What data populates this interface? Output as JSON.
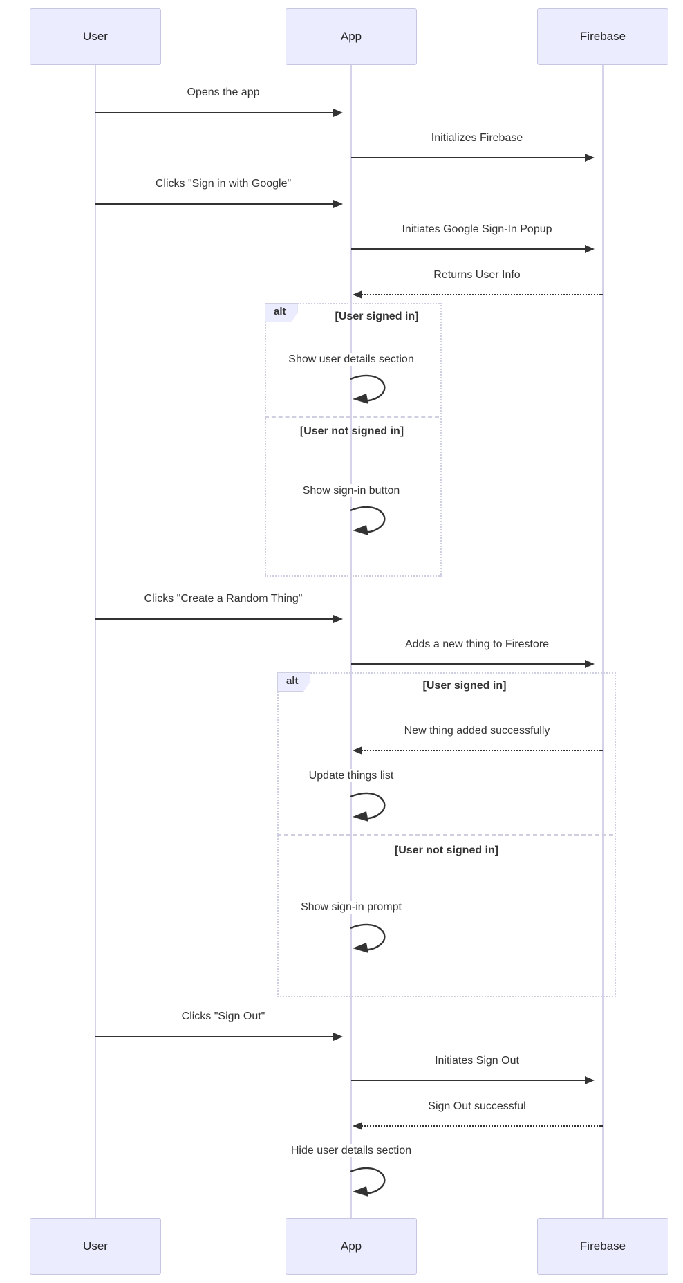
{
  "diagram_type": "sequence-diagram",
  "colors": {
    "actor_fill": "#ECECFF",
    "actor_border": "#c6c6e2",
    "lifeline": "#d6d2ea",
    "line": "#333333",
    "text": "#333333",
    "frame_border": "#cfcfe2",
    "alt_label_fill": "#ECECFF"
  },
  "participants": [
    {
      "name": "User"
    },
    {
      "name": "App"
    },
    {
      "name": "Firebase"
    }
  ],
  "messages": [
    {
      "text": "Opens the app",
      "from": "User",
      "to": "App",
      "line": "solid"
    },
    {
      "text": "Initializes Firebase",
      "from": "App",
      "to": "Firebase",
      "line": "solid"
    },
    {
      "text": "Clicks \"Sign in with Google\"",
      "from": "User",
      "to": "App",
      "line": "solid"
    },
    {
      "text": "Initiates Google Sign-In Popup",
      "from": "App",
      "to": "Firebase",
      "line": "solid"
    },
    {
      "text": "Returns User Info",
      "from": "Firebase",
      "to": "App",
      "line": "dashed"
    },
    {
      "text": "Clicks \"Create a Random Thing\"",
      "from": "User",
      "to": "App",
      "line": "solid"
    },
    {
      "text": "Adds a new thing to Firestore",
      "from": "App",
      "to": "Firebase",
      "line": "solid"
    },
    {
      "text": "Clicks \"Sign Out\"",
      "from": "User",
      "to": "App",
      "line": "solid"
    },
    {
      "text": "Initiates Sign Out",
      "from": "App",
      "to": "Firebase",
      "line": "solid"
    },
    {
      "text": "Sign Out successful",
      "from": "Firebase",
      "to": "App",
      "line": "dashed"
    },
    {
      "text": "Hide user details section",
      "from": "App",
      "to": "App",
      "line": "self"
    }
  ],
  "alt1": {
    "label": "alt",
    "sections": [
      {
        "condition": "[User signed in]",
        "message": "Show user details section"
      },
      {
        "condition": "[User not signed in]",
        "message": "Show sign-in button"
      }
    ]
  },
  "alt2": {
    "label": "alt",
    "sections": [
      {
        "condition": "[User signed in]",
        "messages": [
          {
            "text": "New thing added successfully",
            "from": "Firebase",
            "to": "App",
            "line": "dashed"
          },
          {
            "text": "Update things list",
            "from": "App",
            "to": "App",
            "line": "self"
          }
        ]
      },
      {
        "condition": "[User not signed in]",
        "messages": [
          {
            "text": "Show sign-in prompt",
            "from": "App",
            "to": "App",
            "line": "self"
          }
        ]
      }
    ]
  }
}
